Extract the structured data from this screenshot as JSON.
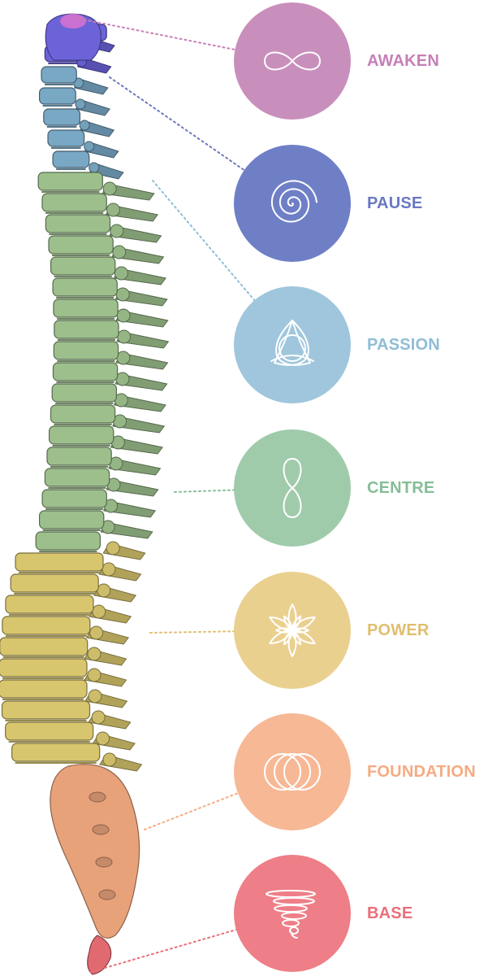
{
  "levels": [
    {
      "label": "AWAKEN",
      "color": "#c98fbc",
      "label_color": "#c67fb6",
      "spine_color": "#6c63d9",
      "icon": "infinity-icon"
    },
    {
      "label": "PAUSE",
      "color": "#6f7fc6",
      "label_color": "#6a78c2",
      "spine_color": "#79a8c5",
      "icon": "spiral-icon"
    },
    {
      "label": "PASSION",
      "color": "#9fc6dc",
      "label_color": "#8fbdd6",
      "spine_color": "#9dbf8c",
      "icon": "triquetra-icon"
    },
    {
      "label": "CENTRE",
      "color": "#9fcbab",
      "label_color": "#86bd97",
      "spine_color": "#9dbf8c",
      "icon": "figure-eight-icon"
    },
    {
      "label": "POWER",
      "color": "#ead08f",
      "label_color": "#e0be6e",
      "spine_color": "#d8c66e",
      "icon": "flower-icon"
    },
    {
      "label": "FOUNDATION",
      "color": "#f7b896",
      "label_color": "#f5ab83",
      "spine_color": "#e8a27a",
      "icon": "overlapping-circles-icon"
    },
    {
      "label": "BASE",
      "color": "#ee7e87",
      "label_color": "#ea6f7a",
      "spine_color": "#e06a70",
      "icon": "vortex-icon"
    }
  ]
}
